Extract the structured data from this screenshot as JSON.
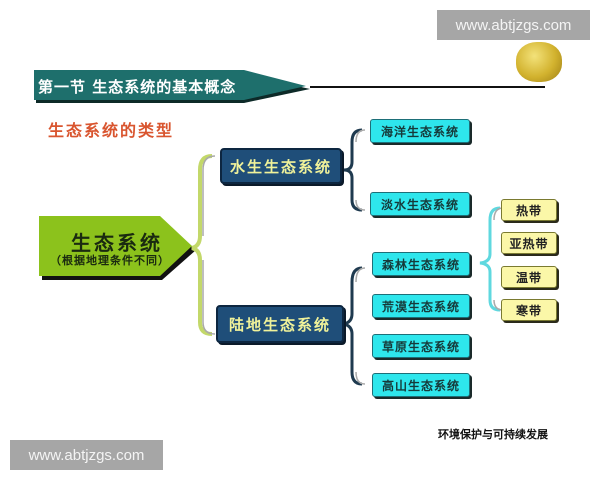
{
  "watermarks": {
    "top_right": "www.abtjzgs.com",
    "bottom_left": "www.abtjzgs.com"
  },
  "header": {
    "banner_title": "第一节  生态系统的基本概念",
    "subtitle": "生态系统的类型",
    "medal_icon": "gold-medal-emblem"
  },
  "diagram": {
    "root": {
      "title": "生态系统",
      "note": "（根据地理条件不同）"
    },
    "branches": [
      {
        "label": "水生生态系统",
        "children": [
          {
            "label": "海洋生态系统"
          },
          {
            "label": "淡水生态系统"
          }
        ]
      },
      {
        "label": "陆地生态系统",
        "children": [
          {
            "label": "森林生态系统",
            "children": [
              {
                "label": "热带"
              },
              {
                "label": "亚热带"
              },
              {
                "label": "温带"
              },
              {
                "label": "寒带"
              }
            ]
          },
          {
            "label": "荒漠生态系统"
          },
          {
            "label": "草原生态系统"
          },
          {
            "label": "高山生态系统"
          }
        ]
      }
    ]
  },
  "footer": {
    "text": "环境保护与可持续发展"
  },
  "colors": {
    "banner": "#1e6f6c",
    "subtitle": "#d9552f",
    "root_fill": "#8cc21c",
    "dark_box": "#1f4e79",
    "dark_text": "#f0f29a",
    "cyan_box": "#2ee6ec",
    "yellow_box": "#fbf7a8",
    "bracket_green": "#c3d86a",
    "bracket_navy": "#1f3a4f",
    "bracket_cyan": "#5fd8df"
  }
}
